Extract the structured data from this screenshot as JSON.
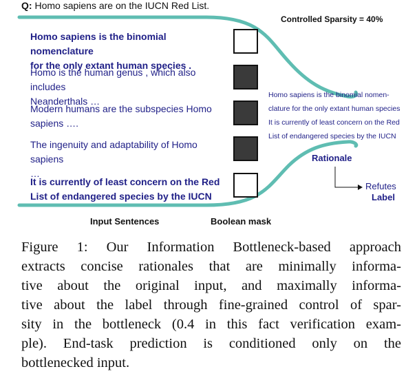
{
  "question": {
    "prefix": "Q:",
    "text": "Homo sapiens are on the IUCN Red List."
  },
  "sparsity_label": "Controlled Sparsity = 40%",
  "sentences": [
    {
      "line1": "Homo sapiens is the binomial nomenclature",
      "line2": "for the only extant human species .",
      "kept": true
    },
    {
      "line1": "Homo is the human genus , which also includes",
      "line2": "Neanderthals …",
      "kept": false
    },
    {
      "line1": "Modern humans are the subspecies Homo",
      "line2": "sapiens ….",
      "kept": false
    },
    {
      "line1": "The ingenuity and adaptability of Homo sapiens",
      "line2": "…",
      "kept": false
    },
    {
      "line1": "It is currently of least concern on the Red",
      "line2": "List of endangered species by the IUCN",
      "kept": true
    }
  ],
  "rationale_lines": [
    "Homo sapiens is the binomial nomen-",
    "clature for the only extant human species",
    "It is currently of least concern on the Red",
    "List of endangered species by the IUCN"
  ],
  "rationale_title": "Rationale",
  "prediction": {
    "value": "Refutes",
    "label": "Label"
  },
  "captions": {
    "input": "Input Sentences",
    "mask": "Boolean mask"
  },
  "figure_caption_lines": [
    "Figure 1: Our Information Bottleneck-based approach",
    "extracts concise rationales that are minimally informa-",
    "tive about the original input, and maximally informa-",
    "tive about the label through fine-grained control of spar-",
    "sity in the bottleneck (0.4 in this fact verification exam-",
    "ple).  End-task prediction is conditioned only on the",
    "bottlenecked input."
  ],
  "colors": {
    "funnel": "#5fbdb2",
    "text_blue": "#1f1f87",
    "mask_on": "#ffffff",
    "mask_off": "#3a3a3a"
  }
}
